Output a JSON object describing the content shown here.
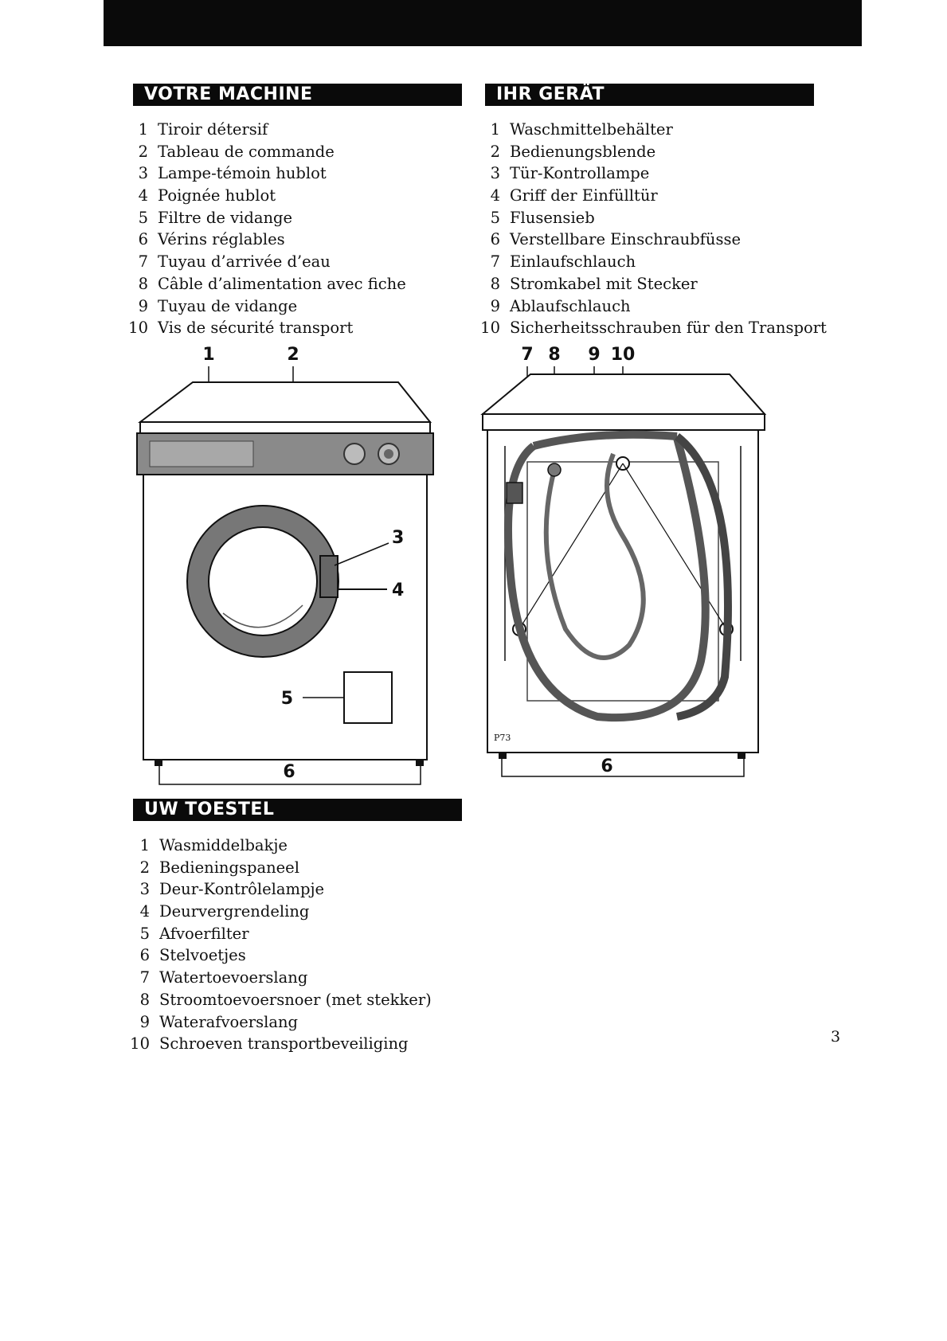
{
  "sections": {
    "fr": {
      "title": "VOTRE MACHINE",
      "items": [
        {
          "n": "1",
          "label": "Tiroir détersif"
        },
        {
          "n": "2",
          "label": "Tableau de commande"
        },
        {
          "n": "3",
          "label": "Lampe-témoin hublot"
        },
        {
          "n": "4",
          "label": "Poignée hublot"
        },
        {
          "n": "5",
          "label": "Filtre de vidange"
        },
        {
          "n": "6",
          "label": "Vérins réglables"
        },
        {
          "n": "7",
          "label": "Tuyau d’arrivée d’eau"
        },
        {
          "n": "8",
          "label": "Câble d’alimentation avec fiche"
        },
        {
          "n": "9",
          "label": "Tuyau de vidange"
        },
        {
          "n": "10",
          "label": "Vis de sécurité transport"
        }
      ]
    },
    "de": {
      "title": "IHR GERÄT",
      "items": [
        {
          "n": "1",
          "label": "Waschmittelbehälter"
        },
        {
          "n": "2",
          "label": "Bedienungsblende"
        },
        {
          "n": "3",
          "label": "Tür-Kontrollampe"
        },
        {
          "n": "4",
          "label": "Griff der Einfülltür"
        },
        {
          "n": "5",
          "label": "Flusensieb"
        },
        {
          "n": "6",
          "label": "Verstellbare Einschraubfüsse"
        },
        {
          "n": "7",
          "label": "Einlaufschlauch"
        },
        {
          "n": "8",
          "label": "Stromkabel mit Stecker"
        },
        {
          "n": "9",
          "label": "Ablaufschlauch"
        },
        {
          "n": "10",
          "label": "Sicherheitsschrauben für den Transport"
        }
      ]
    },
    "nl": {
      "title": "UW TOESTEL",
      "items": [
        {
          "n": "1",
          "label": "Wasmiddelbakje"
        },
        {
          "n": "2",
          "label": "Bedieningspaneel"
        },
        {
          "n": "3",
          "label": "Deur-Kontrôlelampje"
        },
        {
          "n": "4",
          "label": "Deurvergrendeling"
        },
        {
          "n": "5",
          "label": "Afvoerfilter"
        },
        {
          "n": "6",
          "label": "Stelvoetjes"
        },
        {
          "n": "7",
          "label": "Watertoevoerslang"
        },
        {
          "n": "8",
          "label": "Stroomtoevoersnoer (met stekker)"
        },
        {
          "n": "9",
          "label": "Waterafvoerslang"
        },
        {
          "n": "10",
          "label": "Schroeven transportbeveiliging"
        }
      ]
    }
  },
  "figures": {
    "front": {
      "callouts": {
        "c1": "1",
        "c2": "2",
        "c3": "3",
        "c4": "4",
        "c5": "5",
        "c6": "6"
      }
    },
    "back": {
      "code": "P73",
      "callouts": {
        "c7": "7",
        "c8": "8",
        "c9": "9",
        "c10": "10",
        "c6": "6"
      }
    }
  },
  "page_number": "3"
}
